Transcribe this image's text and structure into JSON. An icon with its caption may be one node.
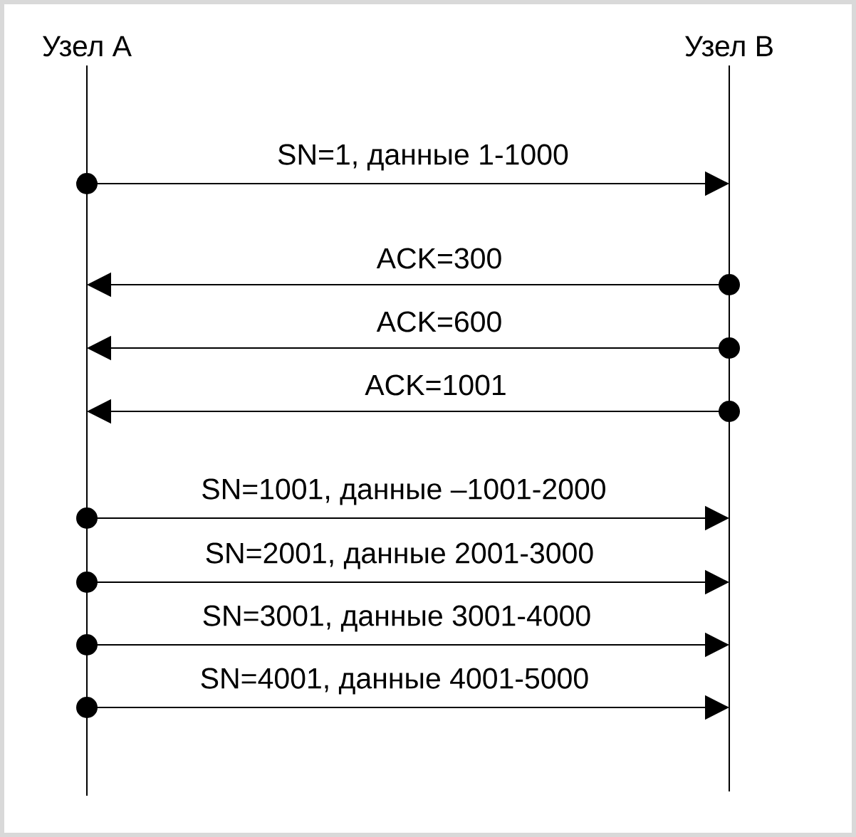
{
  "diagram": {
    "nodes": [
      {
        "text": [
          "Узел A"
        ]
      },
      {
        "text": [
          "Узел B"
        ]
      }
    ],
    "edges": [
      {
        "from": 0,
        "to": 1,
        "arrow": "to",
        "label": "SN=1, данные 1-1000"
      },
      {
        "from": 1,
        "to": 0,
        "arrow": "to",
        "label": "ACK=300"
      },
      {
        "from": 1,
        "to": 0,
        "arrow": "to",
        "label": "ACK=600"
      },
      {
        "from": 1,
        "to": 0,
        "arrow": "to",
        "label": "ACK=1001"
      },
      {
        "from": 0,
        "to": 1,
        "arrow": "to",
        "label": "SN=1001, данные –1001-2000"
      },
      {
        "from": 0,
        "to": 1,
        "arrow": "to",
        "label": "SN=2001, данные 2001-3000"
      },
      {
        "from": 0,
        "to": 1,
        "arrow": "to",
        "label": "SN=3001, данные 3001-4000"
      },
      {
        "from": 0,
        "to": 1,
        "arrow": "to",
        "label": "SN=4001, данные 4001-5000"
      }
    ]
  }
}
